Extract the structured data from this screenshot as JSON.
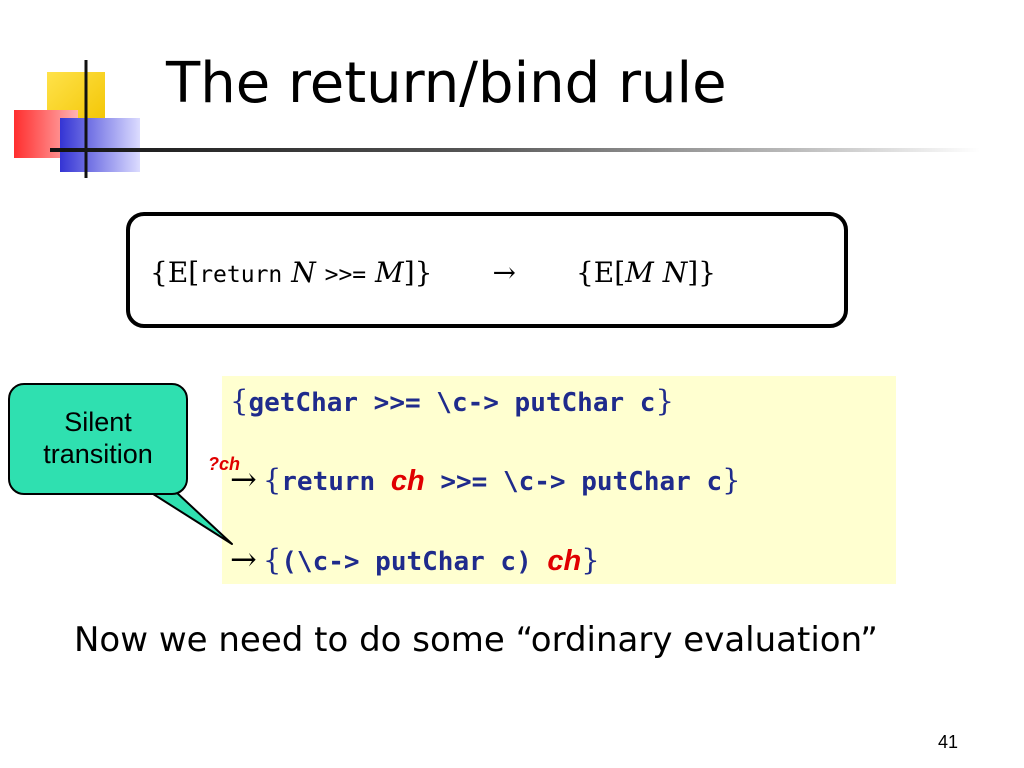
{
  "slide": {
    "title": "The return/bind rule",
    "page_number": "41"
  },
  "colors": {
    "callout_fill": "#2fe0b0",
    "code_panel_fill": "#ffffd0",
    "code_text": "#1f2b8c",
    "highlight_red": "#e00000",
    "logo_yellow": "#ffd21a",
    "logo_red": "#ff3a3a",
    "logo_blue": "#3a3ad6"
  },
  "icons": {
    "logo": "slide-template-logo",
    "arrow": "right-arrow"
  },
  "rule": {
    "lhs_open": "{E[",
    "lhs_keyword": "return",
    "lhs_var": "N",
    "lhs_op": ">>=",
    "lhs_fun": "M",
    "lhs_close": "]}",
    "arrow": "→",
    "rhs_open": "{E[",
    "rhs_body": "M N",
    "rhs_close": "]}"
  },
  "example": {
    "line1": {
      "open": "{",
      "code": "getChar >>= \\c-> putChar c",
      "close": "}"
    },
    "line2": {
      "label": "?ch",
      "arrow": "→",
      "open": "{",
      "code_before": "return ",
      "ch": "ch",
      "code_after": " >>= \\c-> putChar c",
      "close": "}"
    },
    "line3": {
      "arrow": "→",
      "open": "{",
      "code": "(\\c-> putChar c) ",
      "ch": "ch",
      "close": "}"
    }
  },
  "callout": {
    "line1": "Silent",
    "line2": "transition"
  },
  "summary": "Now we need to do some “ordinary evaluation”"
}
